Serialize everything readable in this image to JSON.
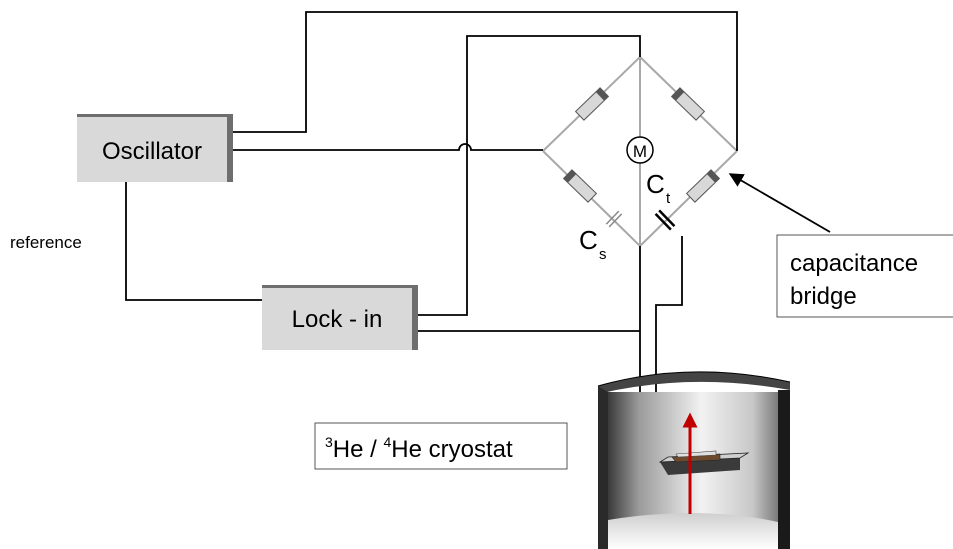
{
  "labels": {
    "oscillator": "Oscillator",
    "lockin": "Lock - in",
    "reference": "reference",
    "meter": "M",
    "ct_main": "C",
    "ct_sub": "t",
    "cs_main": "C",
    "cs_sub": "s",
    "bridge_line1": "capacitance",
    "bridge_line2": "bridge",
    "cryo_sup1": "3",
    "cryo_he1": "He / ",
    "cryo_sup2": "4",
    "cryo_he2": "He cryostat"
  },
  "colors": {
    "wire": "#000000",
    "bridge_wire": "#a8a8a8",
    "box_fill": "#d9d9d9",
    "box_shadow": "#6e6e6e",
    "resistor_fill": "#d8d8d8",
    "arrow_red": "#c00000"
  }
}
